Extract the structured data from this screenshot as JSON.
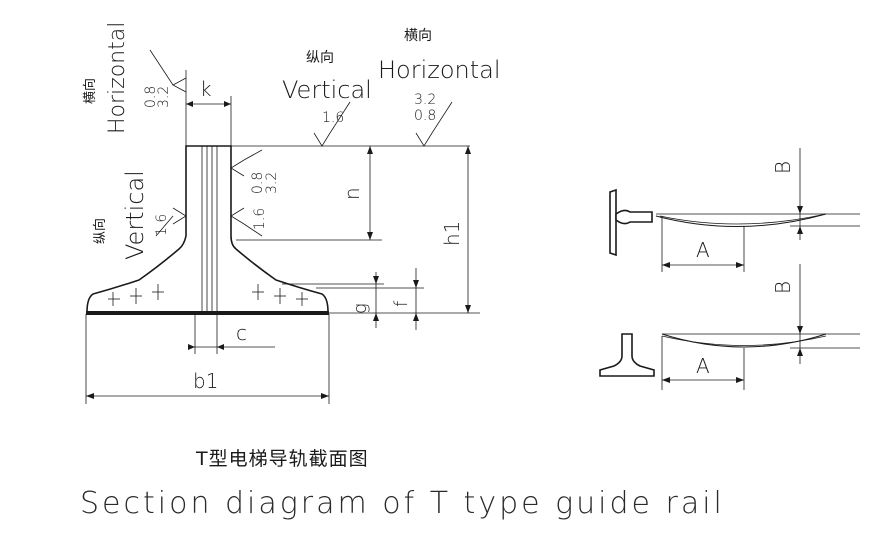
{
  "caption": {
    "chinese": "T型电梯导轨截面图",
    "english": "Section diagram of T type guide rail"
  },
  "roughness": {
    "horizontal_cn": "横向",
    "horizontal_en": "Horizontal",
    "vertical_cn": "纵向",
    "vertical_en": "Vertical",
    "horizontal_values": [
      "3.2",
      "0.8"
    ],
    "vertical_value": "1.6"
  },
  "dimensions": {
    "k": "k",
    "n": "n",
    "h1": "h1",
    "g": "g",
    "f": "f",
    "c": "c",
    "b1": "b1",
    "A": "A",
    "B": "B"
  }
}
